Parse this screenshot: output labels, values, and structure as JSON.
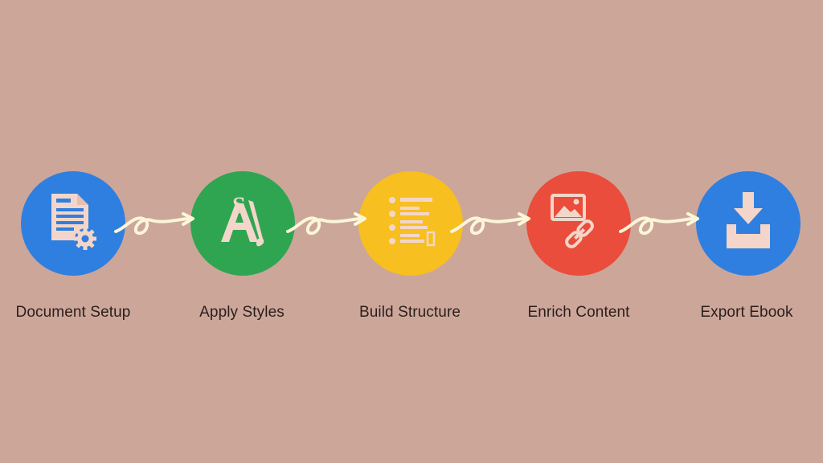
{
  "steps": [
    {
      "label": "Document Setup",
      "icon": "document-gear-icon",
      "color": "#2f7fe0"
    },
    {
      "label": "Apply Styles",
      "icon": "style-brush-icon",
      "color": "#2fa552"
    },
    {
      "label": "Build Structure",
      "icon": "list-structure-icon",
      "color": "#f7bf1f"
    },
    {
      "label": "Enrich Content",
      "icon": "image-link-icon",
      "color": "#ea4d3c"
    },
    {
      "label": "Export Ebook",
      "icon": "download-tray-icon",
      "color": "#2f7fe0"
    }
  ],
  "arrow_color": "#fbf6d9",
  "icon_color": "#f3d6c9"
}
